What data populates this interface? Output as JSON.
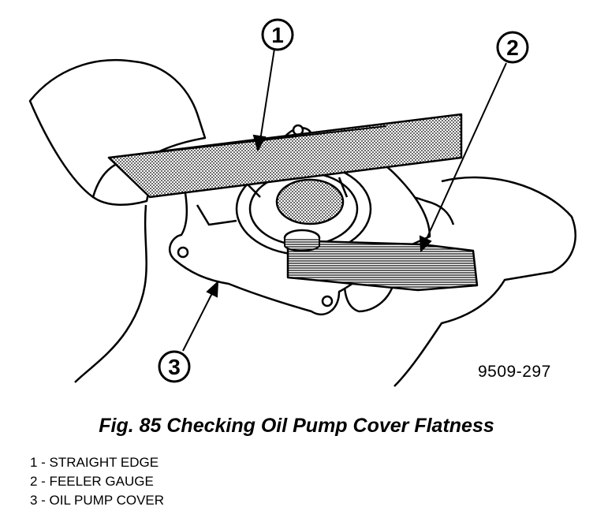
{
  "figure": {
    "reference_code": "9509-297",
    "callouts": [
      {
        "number": "1"
      },
      {
        "number": "2"
      },
      {
        "number": "3"
      }
    ]
  },
  "caption": "Fig. 85 Checking Oil Pump Cover Flatness",
  "legend": [
    "1 - STRAIGHT EDGE",
    "2 - FEELER GAUGE",
    "3 - OIL PUMP COVER"
  ]
}
